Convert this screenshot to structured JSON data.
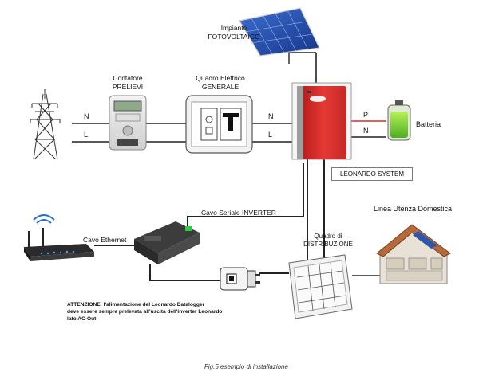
{
  "diagram": {
    "solar_label_line1": "Impianto",
    "solar_label_line2": "FOTOVOLTAICO",
    "meter_label_line1": "Contatore",
    "meter_label_line2": "PRELIEVI",
    "panel_label_line1": "Quadro Elettrico",
    "panel_label_line2": "GENERALE",
    "battery_label": "Batteria",
    "system_label": "LEONARDO SYSTEM",
    "home_label": "Linea Utenza Domestica",
    "distribution_label_line1": "Quadro di",
    "distribution_label_line2": "DISTRIBUZIONE",
    "serial_cable_label": "Cavo Seriale INVERTER",
    "ethernet_label": "Cavo Ethernet",
    "line_marks": {
      "grid_n": "N",
      "grid_l": "L",
      "inv_n": "N",
      "inv_l": "L",
      "bat_p": "P",
      "bat_n": "N"
    },
    "note_line1": "ATTENZIONE: l'alimentazione del Leonardo Datalogger",
    "note_line2": "deve essere sempre prelevata all'uscita dell'inverter Leonardo",
    "note_line3": "lato AC-Out",
    "caption": "Fig.5 esempio di installazione",
    "colors": {
      "inverter": "#d32f2f",
      "battery_fill": "#7ed321",
      "cable": "#222222",
      "solar_panel": "#1f4fa8"
    }
  }
}
